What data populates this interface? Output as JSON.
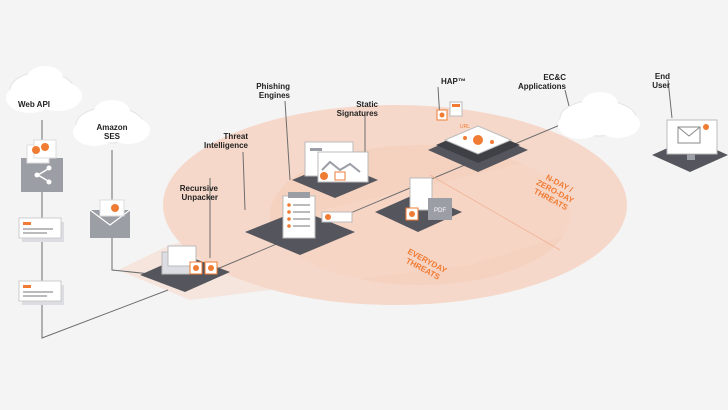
{
  "labels": {
    "web_api": "Web API",
    "amazon_ses_1": "Amazon",
    "amazon_ses_2": "SES",
    "recursive_1": "Recursive",
    "recursive_2": "Unpacker",
    "threat_intel_1": "Threat",
    "threat_intel_2": "Intelligence",
    "phishing_1": "Phishing",
    "phishing_2": "Engines",
    "static_1": "Static",
    "static_2": "Signatures",
    "hap": "HAP™",
    "ecc_1": "EC&C",
    "ecc_2": "Applications",
    "end_user_1": "End",
    "end_user_2": "User"
  },
  "zones": {
    "everyday_1": "EVERYDAY",
    "everyday_2": "THREATS",
    "nday_1": "N-DAY /",
    "nday_2": "ZERO-DAY",
    "nday_3": "THREATS"
  },
  "icon_text": {
    "pdf": "PDF",
    "url": "URL"
  },
  "colors": {
    "accent": "#f07b33",
    "halo": "#f6d2c2",
    "platform": "#55565d",
    "line": "#6d6d6d",
    "card": "#dcdde2"
  }
}
